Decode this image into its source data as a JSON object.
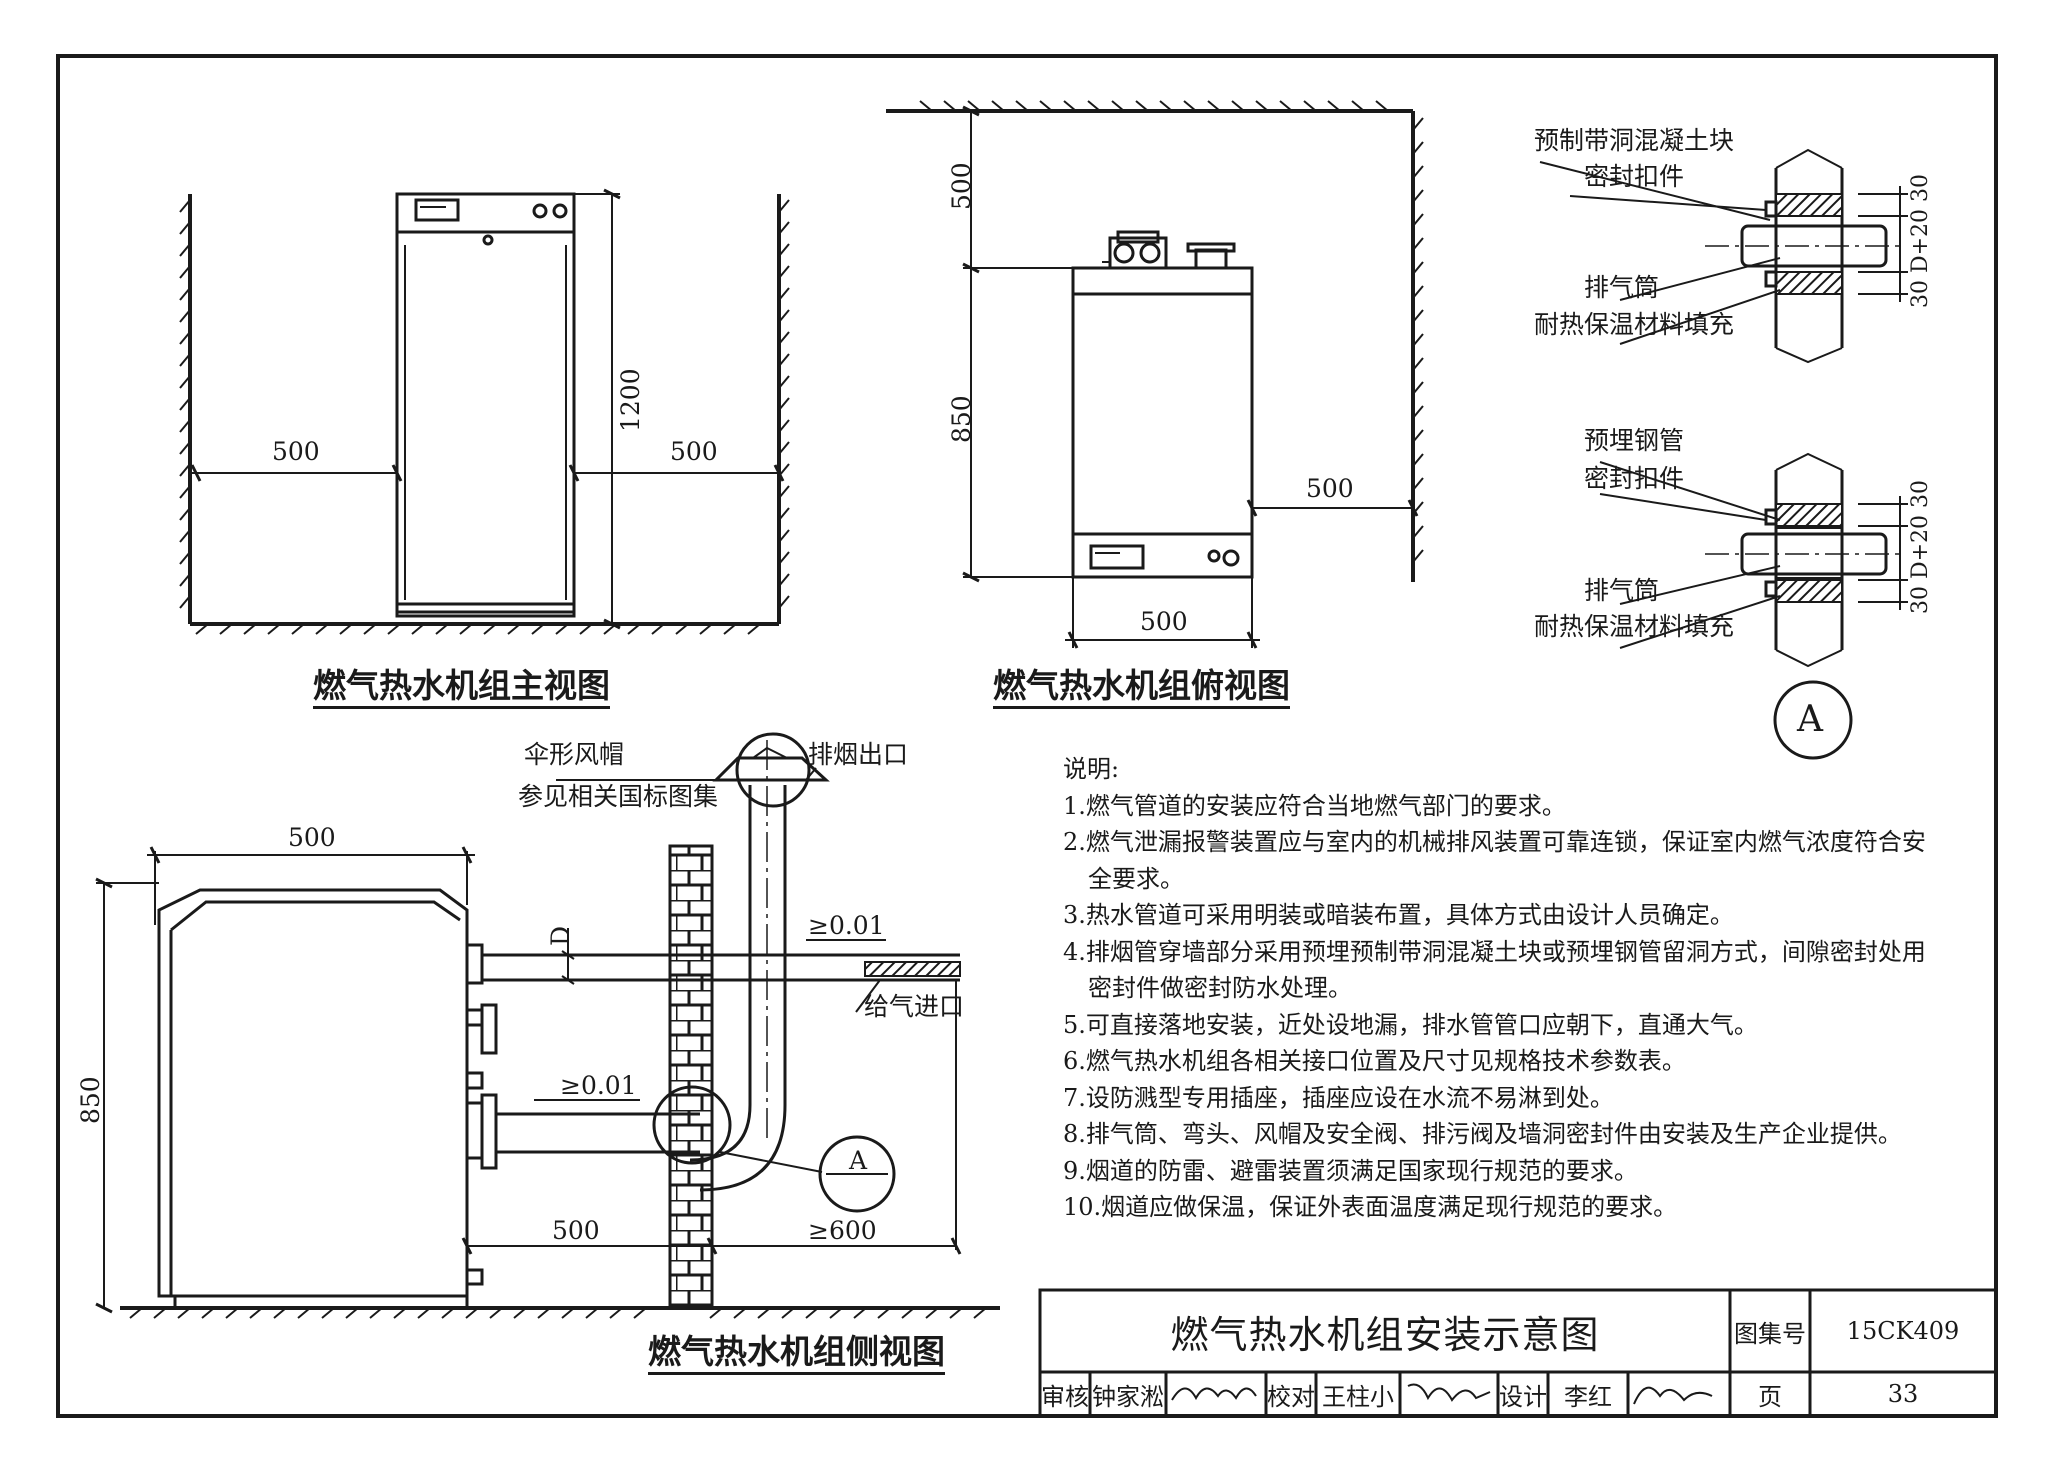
{
  "views": {
    "front": {
      "title": "燃气热水机组主视图",
      "dim_left": "500",
      "dim_right": "500",
      "dim_height": "1200"
    },
    "top": {
      "title": "燃气热水机组俯视图",
      "dim_rear": "500",
      "dim_depth": "850",
      "dim_side": "500",
      "dim_width": "500"
    },
    "side": {
      "title": "燃气热水机组侧视图",
      "dim_width": "500",
      "dim_height": "850",
      "dim_bottom_wall": "500",
      "dim_bottom_out": "≥600",
      "slope_upper": "≥0.01",
      "slope_lower": "≥0.01",
      "label_d": "D",
      "hood_1": "伞形风帽",
      "hood_2": "参见相关国标图集",
      "exhaust_outlet": "排烟出口",
      "air_inlet": "给气进口",
      "detail_mark": "A"
    },
    "detail_a": {
      "upper": {
        "label_1": "预制带洞混凝土块",
        "label_2": "密封扣件",
        "label_3": "排气筒",
        "label_4": "耐热保温材料填充",
        "dims": "30 D+20 30"
      },
      "lower": {
        "label_1": "预埋钢管",
        "label_2": "密封扣件",
        "label_3": "排气筒",
        "label_4": "耐热保温材料填充",
        "dims": "30 D+20 30"
      },
      "mark": "A"
    }
  },
  "notes": {
    "heading": "说明:",
    "items": [
      "1.燃气管道的安装应符合当地燃气部门的要求。",
      "2.燃气泄漏报警装置应与室内的机械排风装置可靠连锁，保证室内燃气浓度符合安全要求。",
      "3.热水管道可采用明装或暗装布置，具体方式由设计人员确定。",
      "4.排烟管穿墙部分采用预埋预制带洞混凝土块或预埋钢管留洞方式，间隙密封处用密封件做密封防水处理。",
      "5.可直接落地安装，近处设地漏，排水管管口应朝下，直通大气。",
      "6.燃气热水机组各相关接口位置及尺寸见规格技术参数表。",
      "7.设防溅型专用插座，插座应设在水流不易淋到处。",
      "8.排气筒、弯头、风帽及安全阀、排污阀及墙洞密封件由安装及生产企业提供。",
      "9.烟道的防雷、避雷装置须满足国家现行规范的要求。",
      "10.烟道应做保温，保证外表面温度满足现行规范的要求。"
    ]
  },
  "title_block": {
    "title": "燃气热水机组安装示意图",
    "atlas_label": "图集号",
    "atlas_no": "15CK409",
    "review_label": "审核",
    "reviewer": "钟家淞",
    "check_label": "校对",
    "checker": "王柱小",
    "design_label": "设计",
    "designer": "李红",
    "page_label": "页",
    "page_no": "33"
  }
}
